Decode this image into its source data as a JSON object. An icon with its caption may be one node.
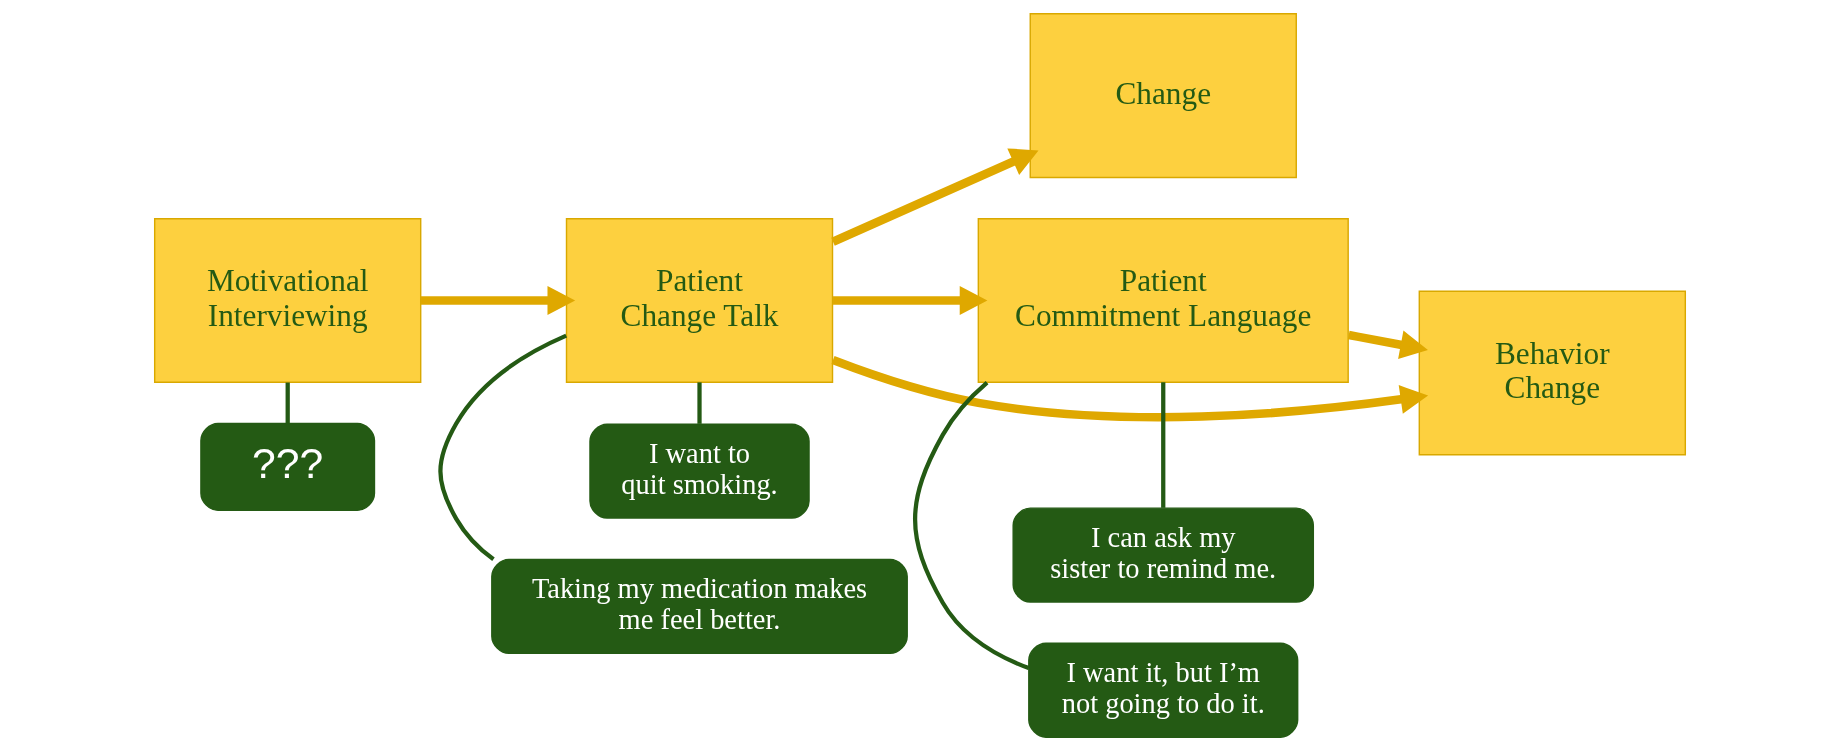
{
  "diagram": {
    "nodes": [
      {
        "text": [
          "Motivational Interviewing"
        ]
      },
      {
        "text": [
          "Patient Change Talk"
        ]
      },
      {
        "text": [
          "Change"
        ]
      },
      {
        "text": [
          "Patient Commitment Language"
        ]
      },
      {
        "text": [
          "Behavior Change"
        ]
      },
      {
        "text": [
          "???"
        ]
      },
      {
        "text": [
          "I can ask my sister to remind me."
        ]
      },
      {
        "text": [
          "I want it, but I’m not going to do it."
        ]
      },
      {
        "text": [
          "I want to quit smoking."
        ]
      },
      {
        "text": [
          "Taking my medication makes me feel better."
        ]
      }
    ],
    "edges": [
      {
        "from": 0,
        "to": 1,
        "arrow": "to",
        "style": "thick"
      },
      {
        "from": 1,
        "to": 3,
        "arrow": "to",
        "style": "thick"
      },
      {
        "from": 1,
        "to": 2,
        "arrow": "to",
        "style": "thick"
      },
      {
        "from": 3,
        "to": 4,
        "arrow": "to",
        "style": "thick"
      },
      {
        "from": 1,
        "to": 4,
        "arrow": "to",
        "style": "thick"
      },
      {
        "from": 5,
        "to": 0,
        "arrow": "none",
        "color": "#245a14"
      },
      {
        "from": 6,
        "to": 3,
        "arrow": "none",
        "color": "#245a14"
      },
      {
        "from": 7,
        "to": 3,
        "arrow": "none",
        "color": "#245a14"
      },
      {
        "from": 8,
        "to": 1,
        "arrow": "none",
        "color": "#245a14"
      },
      {
        "from": 9,
        "to": 1,
        "arrow": "none",
        "color": "#245a14"
      }
    ]
  }
}
